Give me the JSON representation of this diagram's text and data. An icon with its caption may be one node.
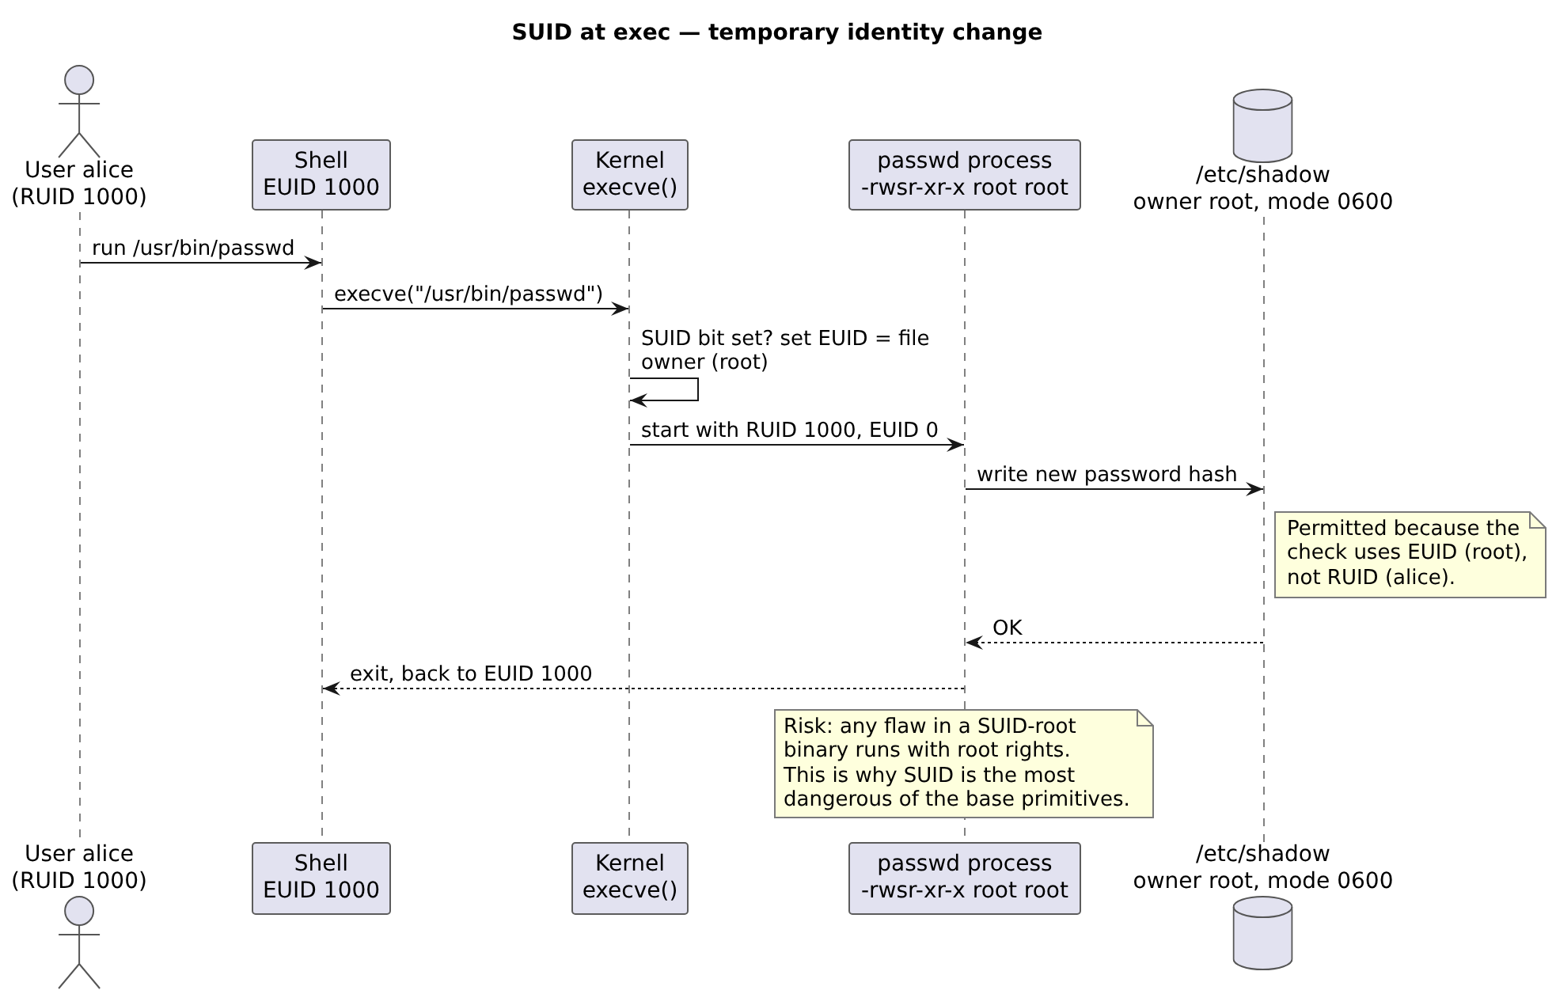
{
  "diagram": {
    "title": "SUID at exec — temporary identity change",
    "nodes": [
      {
        "text": [
          "User alice",
          "(RUID 1000)"
        ]
      },
      {
        "text": [
          "Shell",
          "EUID 1000"
        ]
      },
      {
        "text": [
          "Kernel",
          "execve()"
        ]
      },
      {
        "text": [
          "passwd process",
          "-rwsr-xr-x root root"
        ]
      },
      {
        "text": [
          "/etc/shadow",
          "owner root, mode 0600"
        ]
      },
      {
        "text": [],
        "shape": "lifeline"
      },
      {
        "text": [],
        "shape": "lifeline"
      },
      {
        "text": [],
        "shape": "lifeline"
      },
      {
        "text": [],
        "shape": "lifeline"
      },
      {
        "text": [],
        "shape": "lifeline"
      },
      {
        "text": [
          "Permitted because the check uses EUID (root), not RUID (alice)."
        ]
      },
      {
        "text": [
          "Risk: any flaw in a SUID-root binary runs with root rights.",
          "This is why SUID is the most dangerous of the base primitives."
        ]
      },
      {
        "text": [
          "User alice",
          "(RUID 1000)"
        ]
      },
      {
        "text": [
          "Shell",
          "EUID 1000"
        ]
      },
      {
        "text": [
          "Kernel",
          "execve()"
        ]
      },
      {
        "text": [
          "passwd process",
          "-rwsr-xr-x root root"
        ]
      },
      {
        "text": [
          "/etc/shadow",
          "owner root, mode 0600"
        ]
      }
    ],
    "edges": [
      {
        "from": 5,
        "to": 6,
        "arrow": "to",
        "label": "run /usr/bin/passwd"
      },
      {
        "from": 6,
        "to": 7,
        "arrow": "to",
        "label": "execve(\"/usr/bin/passwd\")"
      },
      {
        "from": 7,
        "to": 7,
        "arrow": "to",
        "label": "SUID bit set? set EUID = file owner (root)"
      },
      {
        "from": 7,
        "to": 8,
        "arrow": "to",
        "label": "start with RUID 1000, EUID 0"
      },
      {
        "from": 8,
        "to": 9,
        "arrow": "to",
        "label": "write new password hash"
      },
      {
        "from": 9,
        "to": 8,
        "arrow": "to",
        "label": "OK",
        "style": "dashed"
      },
      {
        "from": 8,
        "to": 6,
        "arrow": "to",
        "label": "exit, back to EUID 1000",
        "style": "dashed"
      }
    ]
  }
}
